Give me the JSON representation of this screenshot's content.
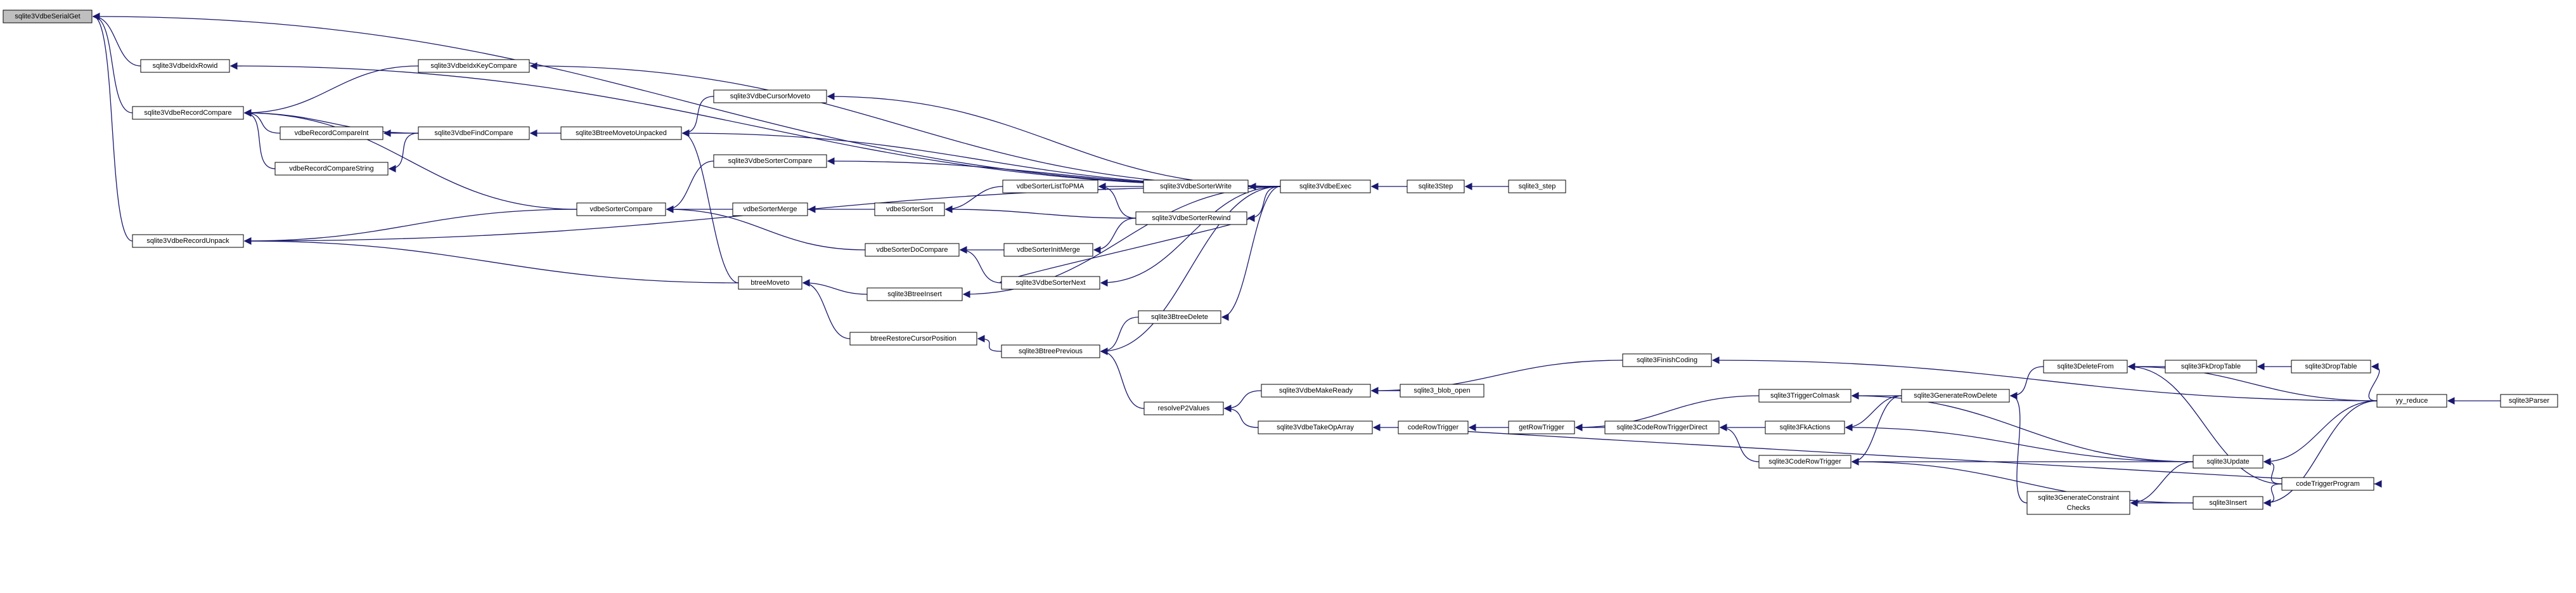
{
  "diagram": {
    "type": "call-graph",
    "root": "sqlite3VdbeSerialGet",
    "nodes": [
      {
        "id": "sqlite3VdbeSerialGet",
        "label": "sqlite3VdbeSerialGet"
      },
      {
        "id": "sqlite3VdbeIdxRowid",
        "label": "sqlite3VdbeIdxRowid"
      },
      {
        "id": "sqlite3VdbeRecordCompare",
        "label": "sqlite3VdbeRecordCompare"
      },
      {
        "id": "sqlite3VdbeRecordUnpack",
        "label": "sqlite3VdbeRecordUnpack"
      },
      {
        "id": "sqlite3VdbeIdxKeyCompare",
        "label": "sqlite3VdbeIdxKeyCompare"
      },
      {
        "id": "vdbeRecordCompareInt",
        "label": "vdbeRecordCompareInt"
      },
      {
        "id": "vdbeRecordCompareString",
        "label": "vdbeRecordCompareString"
      },
      {
        "id": "sqlite3VdbeFindCompare",
        "label": "sqlite3VdbeFindCompare"
      },
      {
        "id": "vdbeSorterCompare",
        "label": "vdbeSorterCompare"
      },
      {
        "id": "sqlite3BtreeMovetoUnpacked",
        "label": "sqlite3BtreeMovetoUnpacked"
      },
      {
        "id": "sqlite3VdbeCursorMoveto",
        "label": "sqlite3VdbeCursorMoveto"
      },
      {
        "id": "sqlite3VdbeSorterCompare",
        "label": "sqlite3VdbeSorterCompare"
      },
      {
        "id": "vdbeSorterMerge",
        "label": "vdbeSorterMerge"
      },
      {
        "id": "vdbeSorterSort",
        "label": "vdbeSorterSort"
      },
      {
        "id": "vdbeSorterListToPMA",
        "label": "vdbeSorterListToPMA"
      },
      {
        "id": "sqlite3VdbeSorterWrite",
        "label": "sqlite3VdbeSorterWrite"
      },
      {
        "id": "sqlite3VdbeSorterRewind",
        "label": "sqlite3VdbeSorterRewind"
      },
      {
        "id": "vdbeSorterDoCompare",
        "label": "vdbeSorterDoCompare"
      },
      {
        "id": "vdbeSorterInitMerge",
        "label": "vdbeSorterInitMerge"
      },
      {
        "id": "sqlite3VdbeSorterNext",
        "label": "sqlite3VdbeSorterNext"
      },
      {
        "id": "btreeMoveto",
        "label": "btreeMoveto"
      },
      {
        "id": "sqlite3BtreeInsert",
        "label": "sqlite3BtreeInsert"
      },
      {
        "id": "btreeRestoreCursorPosition",
        "label": "btreeRestoreCursorPosition"
      },
      {
        "id": "sqlite3BtreePrevious",
        "label": "sqlite3BtreePrevious"
      },
      {
        "id": "sqlite3BtreeDelete",
        "label": "sqlite3BtreeDelete"
      },
      {
        "id": "sqlite3VdbeExec",
        "label": "sqlite3VdbeExec"
      },
      {
        "id": "sqlite3Step",
        "label": "sqlite3Step"
      },
      {
        "id": "sqlite3_step",
        "label": "sqlite3_step"
      },
      {
        "id": "resolveP2Values",
        "label": "resolveP2Values"
      },
      {
        "id": "sqlite3VdbeMakeReady",
        "label": "sqlite3VdbeMakeReady"
      },
      {
        "id": "sqlite3_blob_open",
        "label": "sqlite3_blob_open"
      },
      {
        "id": "sqlite3FinishCoding",
        "label": "sqlite3FinishCoding"
      },
      {
        "id": "sqlite3VdbeTakeOpArray",
        "label": "sqlite3VdbeTakeOpArray"
      },
      {
        "id": "codeRowTrigger",
        "label": "codeRowTrigger"
      },
      {
        "id": "getRowTrigger",
        "label": "getRowTrigger"
      },
      {
        "id": "sqlite3CodeRowTriggerDirect",
        "label": "sqlite3CodeRowTriggerDirect"
      },
      {
        "id": "sqlite3TriggerColmask",
        "label": "sqlite3TriggerColmask"
      },
      {
        "id": "sqlite3FkActions",
        "label": "sqlite3FkActions"
      },
      {
        "id": "sqlite3CodeRowTrigger",
        "label": "sqlite3CodeRowTrigger"
      },
      {
        "id": "sqlite3GenerateRowDelete",
        "label": "sqlite3GenerateRowDelete"
      },
      {
        "id": "sqlite3DeleteFrom",
        "label": "sqlite3DeleteFrom"
      },
      {
        "id": "sqlite3FkDropTable",
        "label": "sqlite3FkDropTable"
      },
      {
        "id": "sqlite3DropTable",
        "label": "sqlite3DropTable"
      },
      {
        "id": "sqlite3GenerateConstraintChecks",
        "label": "sqlite3GenerateConstraint",
        "label2": "Checks"
      },
      {
        "id": "sqlite3Update",
        "label": "sqlite3Update"
      },
      {
        "id": "sqlite3Insert",
        "label": "sqlite3Insert"
      },
      {
        "id": "codeTriggerProgram",
        "label": "codeTriggerProgram"
      },
      {
        "id": "yy_reduce",
        "label": "yy_reduce"
      },
      {
        "id": "sqlite3Parser",
        "label": "sqlite3Parser"
      }
    ],
    "edges": [
      [
        "sqlite3VdbeIdxRowid",
        "sqlite3VdbeSerialGet"
      ],
      [
        "sqlite3VdbeRecordCompare",
        "sqlite3VdbeSerialGet"
      ],
      [
        "sqlite3VdbeRecordUnpack",
        "sqlite3VdbeSerialGet"
      ],
      [
        "sqlite3VdbeExec",
        "sqlite3VdbeSerialGet"
      ],
      [
        "sqlite3VdbeExec",
        "sqlite3VdbeIdxRowid"
      ],
      [
        "sqlite3VdbeIdxKeyCompare",
        "sqlite3VdbeRecordCompare"
      ],
      [
        "vdbeRecordCompareInt",
        "sqlite3VdbeRecordCompare"
      ],
      [
        "vdbeRecordCompareString",
        "sqlite3VdbeRecordCompare"
      ],
      [
        "sqlite3VdbeFindCompare",
        "sqlite3VdbeRecordCompare"
      ],
      [
        "vdbeSorterCompare",
        "sqlite3VdbeRecordCompare"
      ],
      [
        "vdbeSorterCompare",
        "sqlite3VdbeRecordUnpack"
      ],
      [
        "btreeMoveto",
        "sqlite3VdbeRecordUnpack"
      ],
      [
        "sqlite3VdbeExec",
        "sqlite3VdbeRecordUnpack"
      ],
      [
        "sqlite3VdbeExec",
        "sqlite3VdbeIdxKeyCompare"
      ],
      [
        "sqlite3VdbeFindCompare",
        "vdbeRecordCompareInt"
      ],
      [
        "sqlite3VdbeFindCompare",
        "vdbeRecordCompareString"
      ],
      [
        "sqlite3BtreeMovetoUnpacked",
        "sqlite3VdbeFindCompare"
      ],
      [
        "sqlite3VdbeSorterCompare",
        "vdbeSorterCompare"
      ],
      [
        "vdbeSorterMerge",
        "vdbeSorterCompare"
      ],
      [
        "vdbeSorterDoCompare",
        "vdbeSorterCompare"
      ],
      [
        "sqlite3VdbeCursorMoveto",
        "sqlite3BtreeMovetoUnpacked"
      ],
      [
        "btreeMoveto",
        "sqlite3BtreeMovetoUnpacked"
      ],
      [
        "sqlite3VdbeExec",
        "sqlite3BtreeMovetoUnpacked"
      ],
      [
        "sqlite3VdbeExec",
        "sqlite3VdbeCursorMoveto"
      ],
      [
        "sqlite3VdbeExec",
        "sqlite3VdbeSorterCompare"
      ],
      [
        "vdbeSorterSort",
        "vdbeSorterMerge"
      ],
      [
        "vdbeSorterListToPMA",
        "vdbeSorterSort"
      ],
      [
        "sqlite3VdbeSorterRewind",
        "vdbeSorterSort"
      ],
      [
        "sqlite3VdbeSorterWrite",
        "vdbeSorterListToPMA"
      ],
      [
        "sqlite3VdbeSorterRewind",
        "vdbeSorterListToPMA"
      ],
      [
        "sqlite3VdbeExec",
        "sqlite3VdbeSorterWrite"
      ],
      [
        "sqlite3VdbeExec",
        "sqlite3VdbeSorterRewind"
      ],
      [
        "vdbeSorterInitMerge",
        "vdbeSorterDoCompare"
      ],
      [
        "sqlite3VdbeSorterNext",
        "vdbeSorterDoCompare"
      ],
      [
        "sqlite3VdbeSorterRewind",
        "vdbeSorterInitMerge"
      ],
      [
        "sqlite3VdbeSorterNext",
        "sqlite3VdbeSorterRewind"
      ],
      [
        "sqlite3VdbeExec",
        "sqlite3VdbeSorterNext"
      ],
      [
        "sqlite3BtreeInsert",
        "btreeMoveto"
      ],
      [
        "btreeRestoreCursorPosition",
        "btreeMoveto"
      ],
      [
        "sqlite3VdbeExec",
        "sqlite3BtreeInsert"
      ],
      [
        "sqlite3BtreePrevious",
        "btreeRestoreCursorPosition"
      ],
      [
        "sqlite3BtreeDelete",
        "sqlite3BtreePrevious"
      ],
      [
        "sqlite3VdbeExec",
        "sqlite3BtreePrevious"
      ],
      [
        "resolveP2Values",
        "sqlite3BtreePrevious"
      ],
      [
        "sqlite3VdbeExec",
        "sqlite3BtreeDelete"
      ],
      [
        "sqlite3Step",
        "sqlite3VdbeExec"
      ],
      [
        "sqlite3_step",
        "sqlite3Step"
      ],
      [
        "sqlite3VdbeMakeReady",
        "resolveP2Values"
      ],
      [
        "sqlite3VdbeTakeOpArray",
        "resolveP2Values"
      ],
      [
        "sqlite3_blob_open",
        "sqlite3VdbeMakeReady"
      ],
      [
        "sqlite3FinishCoding",
        "sqlite3VdbeMakeReady"
      ],
      [
        "yy_reduce",
        "sqlite3FinishCoding"
      ],
      [
        "codeRowTrigger",
        "sqlite3VdbeTakeOpArray"
      ],
      [
        "getRowTrigger",
        "codeRowTrigger"
      ],
      [
        "sqlite3CodeRowTriggerDirect",
        "getRowTrigger"
      ],
      [
        "sqlite3TriggerColmask",
        "getRowTrigger"
      ],
      [
        "sqlite3FkActions",
        "sqlite3CodeRowTriggerDirect"
      ],
      [
        "sqlite3CodeRowTrigger",
        "sqlite3CodeRowTriggerDirect"
      ],
      [
        "sqlite3GenerateRowDelete",
        "sqlite3TriggerColmask"
      ],
      [
        "sqlite3Update",
        "sqlite3TriggerColmask"
      ],
      [
        "sqlite3GenerateRowDelete",
        "sqlite3FkActions"
      ],
      [
        "sqlite3Update",
        "sqlite3FkActions"
      ],
      [
        "sqlite3GenerateRowDelete",
        "sqlite3CodeRowTrigger"
      ],
      [
        "sqlite3Update",
        "sqlite3CodeRowTrigger"
      ],
      [
        "sqlite3Insert",
        "sqlite3CodeRowTrigger"
      ],
      [
        "sqlite3DeleteFrom",
        "sqlite3GenerateRowDelete"
      ],
      [
        "sqlite3GenerateConstraintChecks",
        "sqlite3GenerateRowDelete"
      ],
      [
        "sqlite3FkDropTable",
        "sqlite3DeleteFrom"
      ],
      [
        "codeTriggerProgram",
        "sqlite3DeleteFrom"
      ],
      [
        "yy_reduce",
        "sqlite3DeleteFrom"
      ],
      [
        "sqlite3DropTable",
        "sqlite3FkDropTable"
      ],
      [
        "yy_reduce",
        "sqlite3DropTable"
      ],
      [
        "sqlite3Update",
        "sqlite3GenerateConstraintChecks"
      ],
      [
        "sqlite3Insert",
        "sqlite3GenerateConstraintChecks"
      ],
      [
        "codeTriggerProgram",
        "sqlite3Update"
      ],
      [
        "yy_reduce",
        "sqlite3Update"
      ],
      [
        "codeTriggerProgram",
        "sqlite3Insert"
      ],
      [
        "yy_reduce",
        "sqlite3Insert"
      ],
      [
        "codeRowTrigger",
        "codeTriggerProgram"
      ],
      [
        "sqlite3Parser",
        "yy_reduce"
      ]
    ]
  }
}
